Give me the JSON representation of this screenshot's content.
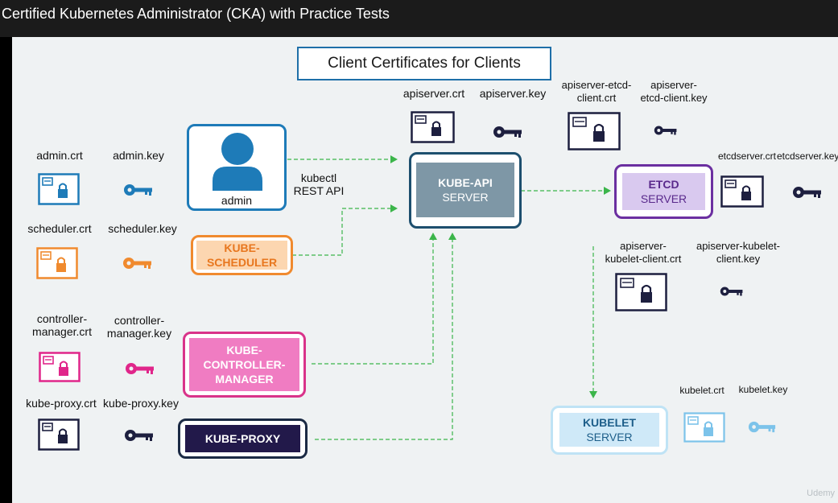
{
  "window": {
    "title": "Certified Kubernetes Administrator (CKA) with Practice Tests"
  },
  "slide": {
    "title": "Client Certificates for Clients",
    "connection_label": "kubectl\nREST API",
    "watermark": "Udemy"
  },
  "components": {
    "admin": {
      "label": "admin",
      "color": "#1e7bb8"
    },
    "kube_api": {
      "line1": "KUBE-API",
      "line2": "SERVER",
      "color": "#1d4f6e",
      "fill": "#7e97a6"
    },
    "etcd": {
      "line1": "ETCD",
      "line2": "SERVER",
      "color": "#6b2fa0",
      "fill": "#d9c9ef",
      "text": "#5a2a8c"
    },
    "kube_scheduler": {
      "label": "KUBE-\nSCHEDULER",
      "color": "#f08a2e",
      "fill": "#fcd6b0",
      "text": "#e8771f"
    },
    "kube_controller_manager": {
      "label": "KUBE-\nCONTROLLER-\nMANAGER",
      "color": "#d9338a",
      "fill": "#f07cc2"
    },
    "kube_proxy": {
      "label": "KUBE-PROXY",
      "color": "#1b2a44",
      "fill": "#22194a"
    },
    "kubelet": {
      "line1": "KUBELET",
      "line2": "SERVER",
      "color": "#bfe3f5",
      "fill": "#cfe9f8",
      "text": "#1d5e8a"
    }
  },
  "cert_labels": {
    "admin_crt": "admin.crt",
    "admin_key": "admin.key",
    "scheduler_crt": "scheduler.crt",
    "scheduler_key": "scheduler.key",
    "controller_manager_crt": "controller-\nmanager.crt",
    "controller_manager_key": "controller-\nmanager.key",
    "kube_proxy_crt": "kube-proxy.crt",
    "kube_proxy_key": "kube-proxy.key",
    "apiserver_crt": "apiserver.crt",
    "apiserver_key": "apiserver.key",
    "apiserver_etcd_client_crt": "apiserver-etcd-\nclient.crt",
    "apiserver_etcd_client_key": "apiserver-\netcd-client.key",
    "etcdserver_crt": "etcdserver.crt",
    "etcdserver_key": "etcdserver.key",
    "apiserver_kubelet_client_crt": "apiserver-\nkubelet-client.crt",
    "apiserver_kubelet_client_key": "apiserver-kubelet-\nclient.key",
    "kubelet_crt": "kubelet.crt",
    "kubelet_key": "kubelet.key"
  },
  "colors": {
    "blue": "#1e7bb8",
    "orange": "#f08a2e",
    "pink": "#e0268a",
    "navy": "#1d1f3f",
    "lightblue": "#7cc3ea",
    "arrow": "#3bb54a",
    "title_border": "#1e6fa8"
  }
}
